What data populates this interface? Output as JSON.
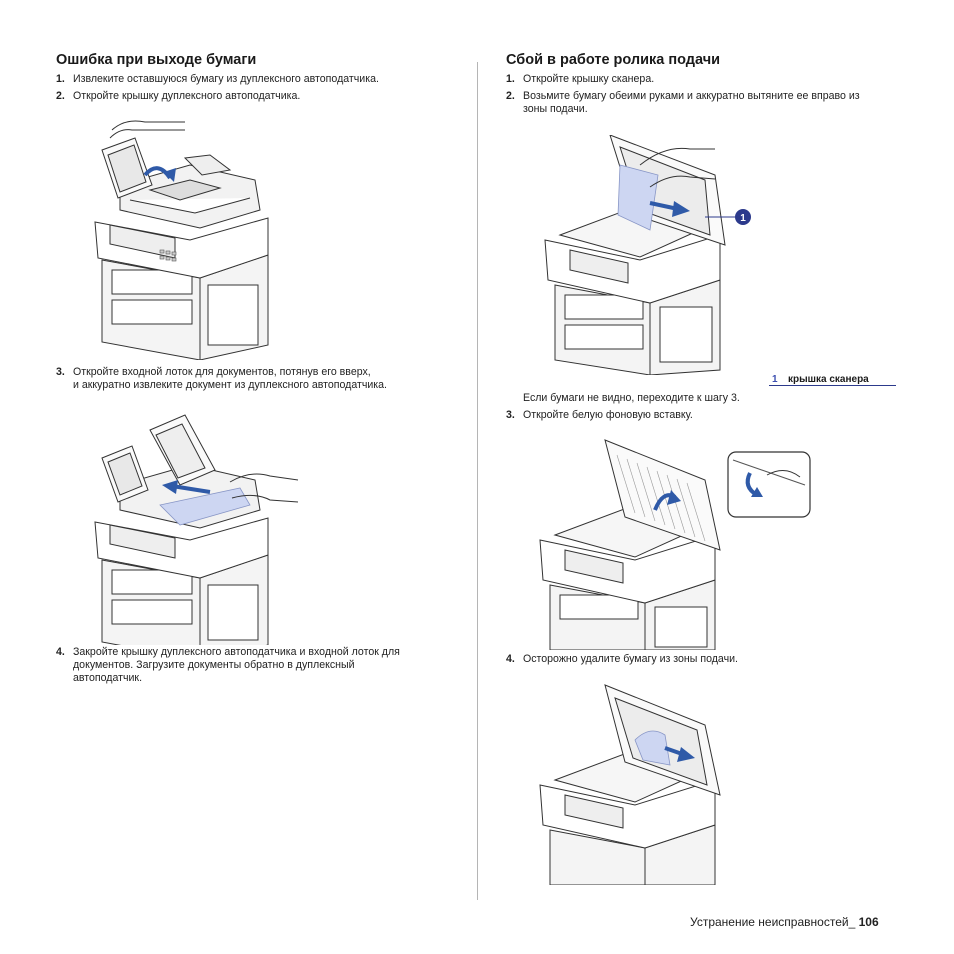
{
  "left": {
    "heading": "Ошибка при выходе бумаги",
    "steps": [
      {
        "num": "1.",
        "text": "Извлеките оставшуюся бумагу из дуплексного автоподатчика."
      },
      {
        "num": "2.",
        "text": "Откройте крышку дуплексного автоподатчика."
      },
      {
        "num": "3.",
        "line1": "Откройте входной лоток для документов, потянув его вверх,",
        "line2": "и аккуратно извлеките документ из дуплексного автоподатчика."
      },
      {
        "num": "4.",
        "line1": "Закройте крышку дуплексного автоподатчика и входной лоток для",
        "line2": "документов. Загрузите документы обратно в дуплексный",
        "line3": "автоподатчик."
      }
    ]
  },
  "right": {
    "heading": "Сбой в работе ролика подачи",
    "steps": [
      {
        "num": "1.",
        "text": "Откройте крышку сканера."
      },
      {
        "num": "2.",
        "line1": "Возьмите бумагу обеими руками и аккуратно вытяните ее вправо из",
        "line2": "зоны подачи."
      },
      {
        "num": "3.",
        "text": "Откройте белую фоновую вставку."
      },
      {
        "num": "4.",
        "text": "Осторожно удалите бумагу из зоны подачи."
      }
    ],
    "note": "Если бумаги не видно, переходите к шагу 3.",
    "callout": {
      "num": "1",
      "label": "крышка сканера"
    }
  },
  "footer": {
    "section": "Устранение неисправностей_",
    "page": "106"
  },
  "colors": {
    "accent": "#2c3a8c",
    "arrow": "#2f5aa8",
    "paper": "#cdd6f2",
    "line": "#333333"
  }
}
